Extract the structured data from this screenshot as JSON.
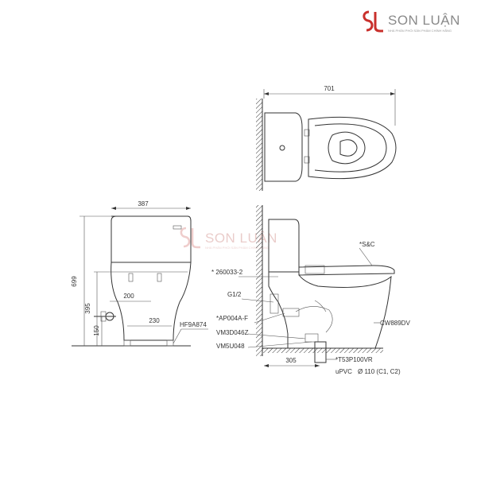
{
  "brand": {
    "name": "SON LUẬN",
    "tagline": "NHÀ PHÂN PHỐI SẢN PHẨM CHÍNH HÃNG",
    "accent": "#c9302c",
    "text_color": "#8a8a8a"
  },
  "watermark": {
    "name": "SON LUẬN",
    "tagline": "NHÀ PHÂN PHỐI SẢN PHẨM CHÍNH HÃNG"
  },
  "top_view": {
    "width_dim": "701"
  },
  "front_view": {
    "width_dim": "387",
    "height_dim": "699",
    "dim_395": "395",
    "dim_200": "200",
    "dim_150": "150",
    "dim_230": "230",
    "part_label": "HF9A874"
  },
  "side_view": {
    "dim_305": "305",
    "labels": {
      "sc": "*S&C",
      "p260033": "* 260033-2",
      "g12": "G1/2",
      "ap004": "*AP004A-F",
      "vm3d": "VM3D046Z",
      "vm5u": "VM5U048",
      "cw": "CW889DV",
      "t53": "*T53P100VR",
      "upvc": "uPVC",
      "pipe": "Ø 110 (C1, C2)"
    }
  }
}
